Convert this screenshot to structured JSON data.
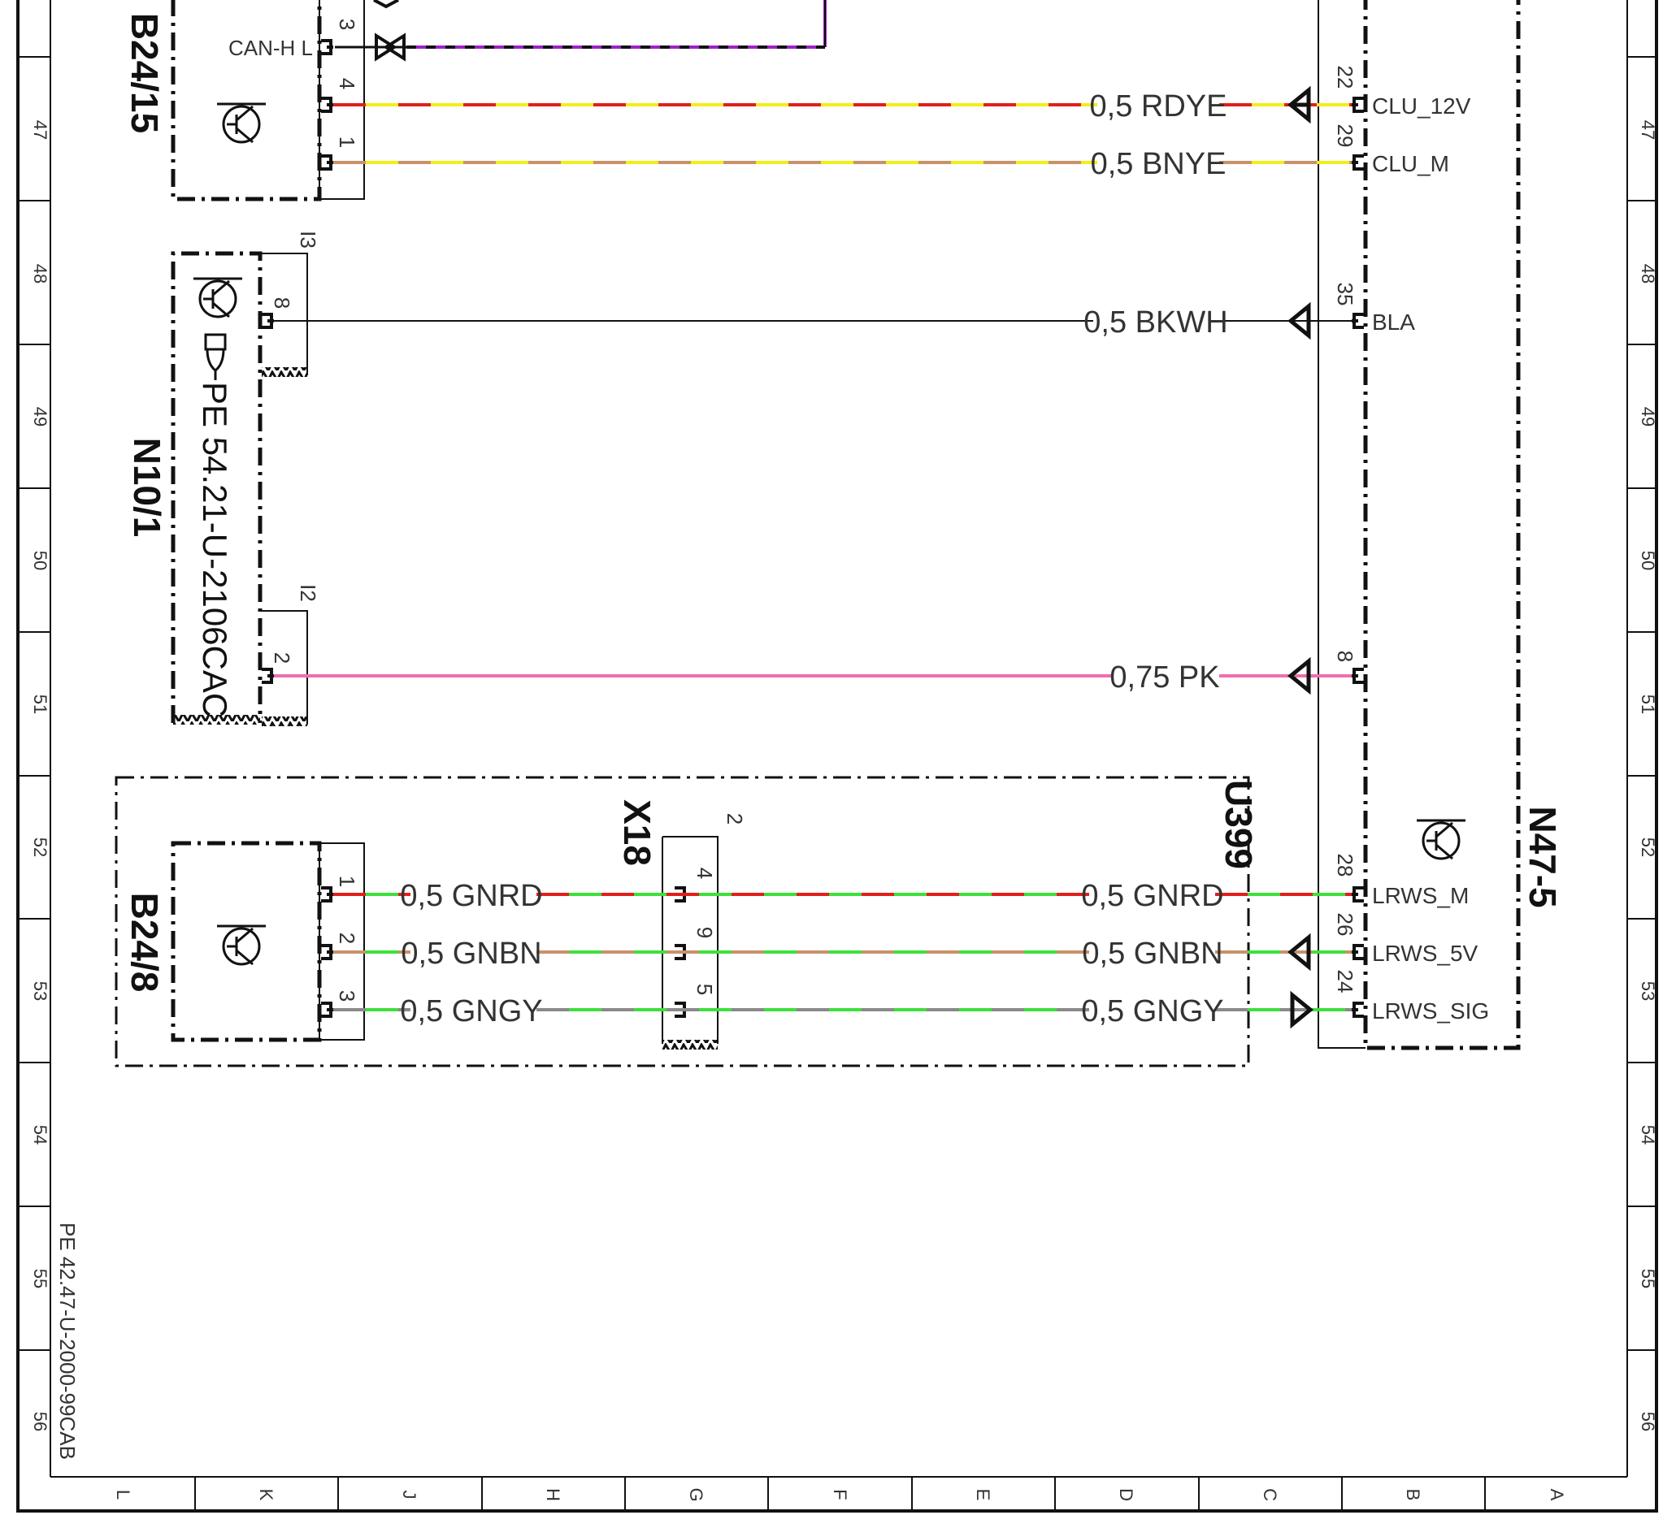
{
  "colors": {
    "black": "#111111",
    "red": "#e0201c",
    "yellow": "#f2ee1a",
    "brown": "#c8926a",
    "green": "#3de03b",
    "gray": "#8a8a8a",
    "pink": "#ec6fae",
    "purple": "#a020c8"
  },
  "document_ref": "PE 42.47-U-2000-99CAB",
  "grid": {
    "rows": [
      "47",
      "48",
      "49",
      "50",
      "51",
      "52",
      "53",
      "54",
      "55",
      "56"
    ],
    "columns": [
      "L",
      "K",
      "J",
      "H",
      "G",
      "F",
      "E",
      "D",
      "C",
      "B",
      "A"
    ]
  },
  "components": {
    "b24_15": {
      "label": "B24/15",
      "can_label": "CAN-H L",
      "pins": [
        "3",
        "4",
        "1"
      ]
    },
    "n10_1": {
      "label": "N10/1",
      "reference": "PE 54.21-U-2106CAC",
      "connectors": [
        "I3",
        "I2"
      ],
      "pins": [
        "8",
        "2"
      ],
      "icon": "hand-pointing-icon"
    },
    "u399": {
      "label": "U399"
    },
    "b24_8": {
      "label": "B24/8",
      "pins": [
        "1",
        "2",
        "3"
      ]
    },
    "x18": {
      "label": "X18",
      "connector": "2",
      "pins": [
        "4",
        "9",
        "5"
      ]
    },
    "n47_5": {
      "label": "N47-5",
      "pins": [
        "22",
        "29",
        "35",
        "8",
        "28",
        "26",
        "24"
      ],
      "signals": [
        "CLU_12V",
        "CLU_M",
        "BLA",
        "LRWS_M",
        "LRWS_5V",
        "LRWS_SIG"
      ]
    }
  },
  "wires": [
    {
      "label": "0,5 RDYE",
      "base": "yellow",
      "stripe": "red"
    },
    {
      "label": "0,5 BNYE",
      "base": "yellow",
      "stripe": "brown"
    },
    {
      "label": "0,5 BKWH",
      "base": "black",
      "stripe": ""
    },
    {
      "label": "0,75 PK",
      "base": "pink",
      "stripe": ""
    },
    {
      "label": "0,5 GNRD",
      "base": "green",
      "stripe": "red"
    },
    {
      "label": "0,5 GNBN",
      "base": "green",
      "stripe": "brown"
    },
    {
      "label": "0,5 GNGY",
      "base": "green",
      "stripe": "gray"
    }
  ]
}
